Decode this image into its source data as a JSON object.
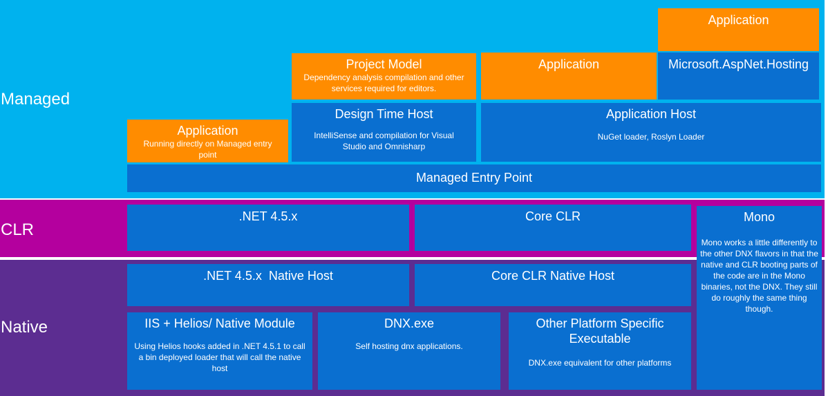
{
  "colors": {
    "managed_band": "#00b2ee",
    "clr_band": "#b4009e",
    "native_band": "#5c2d91",
    "component_blue": "#0a6fd0",
    "component_orange": "#ff8c00"
  },
  "bands": {
    "managed": "Managed",
    "clr": "CLR",
    "native": "Native"
  },
  "managed": {
    "application_top": {
      "title": "Application"
    },
    "hosting": {
      "title": "Microsoft.AspNet.Hosting"
    },
    "application_mid": {
      "title": "Application"
    },
    "project_model": {
      "title": "Project Model",
      "desc": "Dependency analysis compilation and other services required for editors."
    },
    "design_time_host": {
      "title": "Design Time Host",
      "desc": "IntelliSense and compilation for Visual Studio and Omnisharp"
    },
    "application_host": {
      "title": "Application Host",
      "desc": "NuGet loader, Roslyn Loader"
    },
    "application_direct": {
      "title": "Application",
      "desc": "Running directly on Managed entry point"
    },
    "entry_point": {
      "title": "Managed Entry Point"
    }
  },
  "clr": {
    "net45": {
      "title": ".NET 4.5.x"
    },
    "core_clr": {
      "title": "Core CLR"
    }
  },
  "mono": {
    "title": "Mono",
    "desc": "Mono works a little differently to the other DNX flavors in that the native and CLR booting parts of the code are in the Mono binaries, not the DNX. They still do roughly the same thing though."
  },
  "native": {
    "net45_host": {
      "title": ".NET 4.5.x  Native Host"
    },
    "core_clr_host": {
      "title": "Core CLR Native Host"
    },
    "iis_helios": {
      "title": "IIS + Helios/ Native Module",
      "desc": "Using Helios hooks added in .NET 4.5.1 to call a bin deployed loader that will call the native host"
    },
    "dnx_exe": {
      "title": "DNX.exe",
      "desc": "Self hosting dnx applications."
    },
    "other_platform": {
      "title": "Other Platform Specific Executable",
      "desc": "DNX.exe equivalent for other platforms"
    }
  }
}
